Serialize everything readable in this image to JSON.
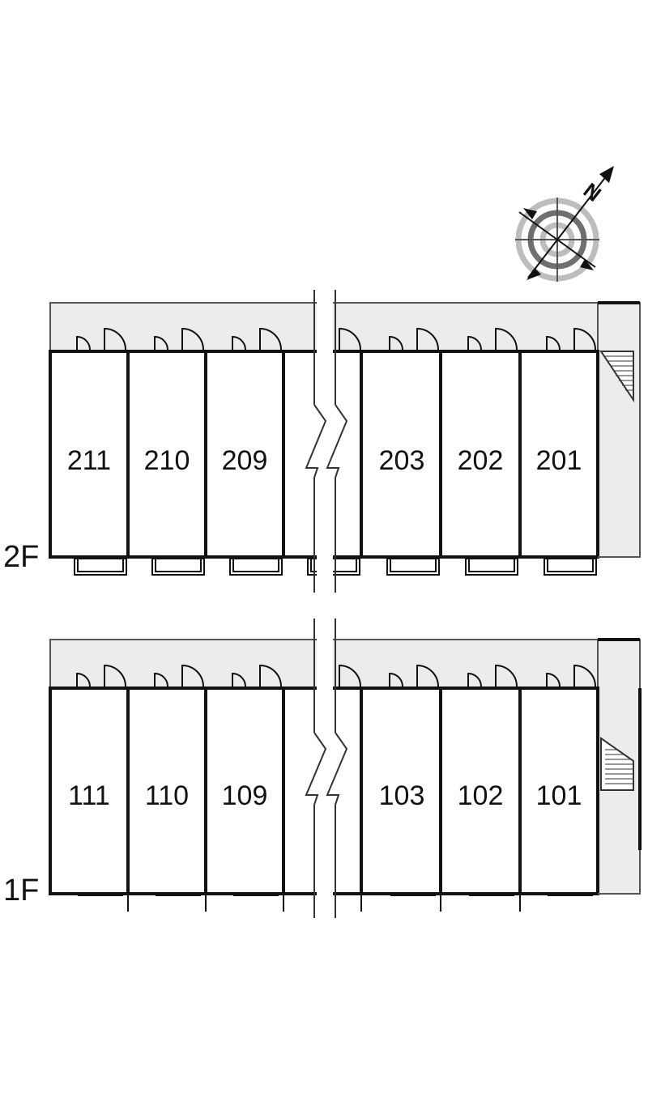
{
  "compass": {
    "north_label": "N"
  },
  "floors": [
    {
      "id": "2F",
      "label": "2F",
      "rooms": [
        "211",
        "210",
        "209",
        "203",
        "202",
        "201"
      ]
    },
    {
      "id": "1F",
      "label": "1F",
      "rooms": [
        "111",
        "110",
        "109",
        "103",
        "102",
        "101"
      ]
    }
  ]
}
